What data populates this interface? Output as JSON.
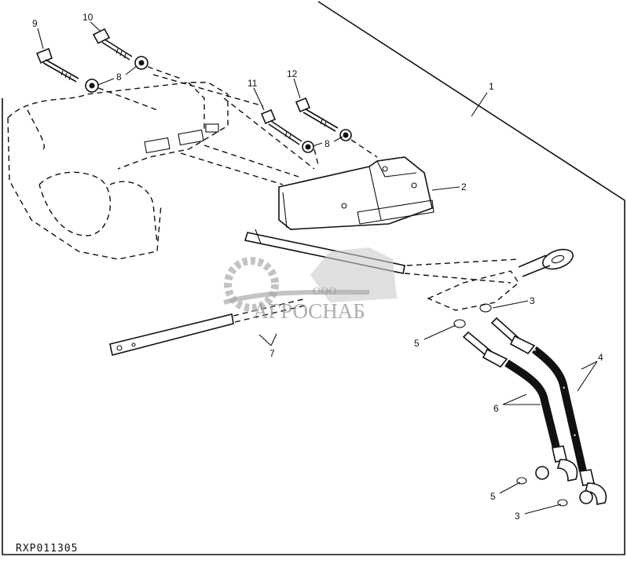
{
  "diagram": {
    "figure_code": "RXP011305",
    "callouts": {
      "c1": "1",
      "c2": "2",
      "c3a": "3",
      "c3b": "3",
      "c4": "4",
      "c5a": "5",
      "c5b": "5",
      "c6": "6",
      "c7": "7",
      "c8a": "8",
      "c8b": "8",
      "c9": "9",
      "c10": "10",
      "c11": "11",
      "c12": "12"
    }
  },
  "watermark": {
    "prefix": "ООО",
    "name": "АГРОСНАБ"
  }
}
